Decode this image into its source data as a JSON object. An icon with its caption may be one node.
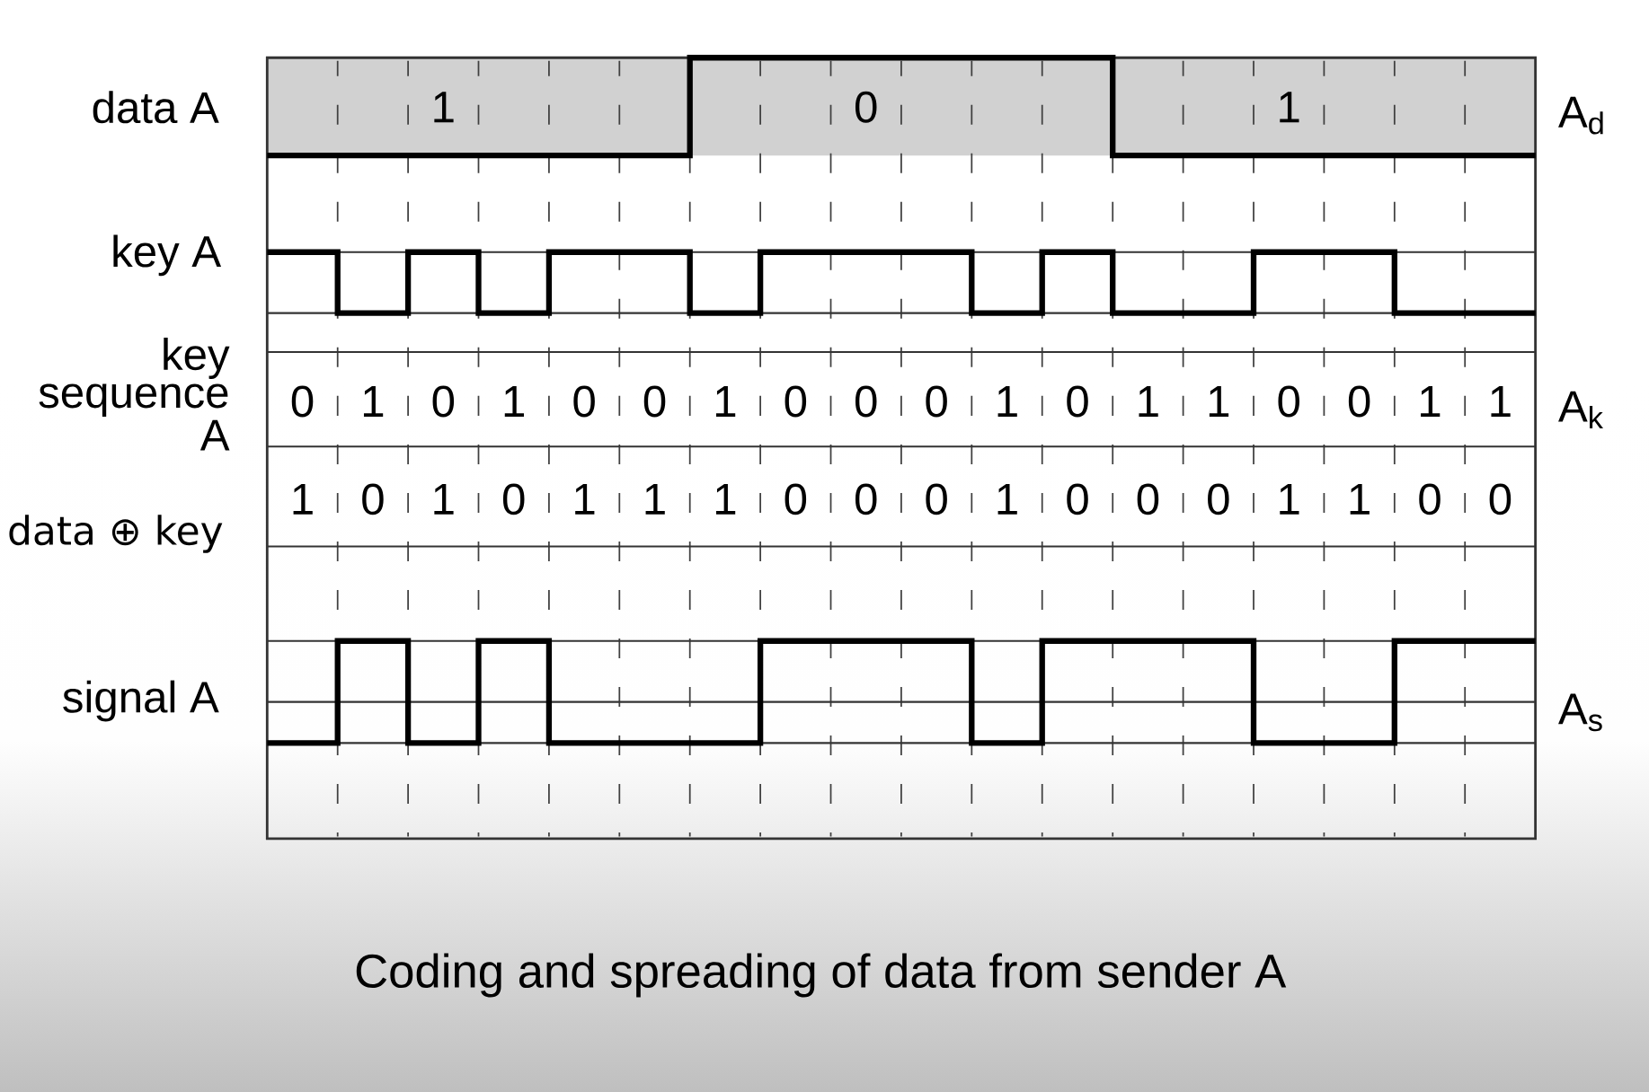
{
  "diagram": {
    "caption": "Coding and spreading of data from sender A",
    "labels": [
      "data A",
      "1",
      "0",
      "1",
      "A$_{d}$",
      "key A",
      "key sequence A",
      "0",
      "1",
      "0",
      "1",
      "0",
      "0",
      "1",
      "0",
      "0",
      "0",
      "1",
      "0",
      "1",
      "1",
      "0",
      "0",
      "1",
      "1",
      "A$_{k}$",
      "data ⊕ key",
      "1",
      "0",
      "1",
      "0",
      "1",
      "1",
      "1",
      "0",
      "0",
      "0",
      "1",
      "0",
      "0",
      "0",
      "1",
      "1",
      "0",
      "0",
      "signal A",
      "A$_{s}$"
    ]
  }
}
